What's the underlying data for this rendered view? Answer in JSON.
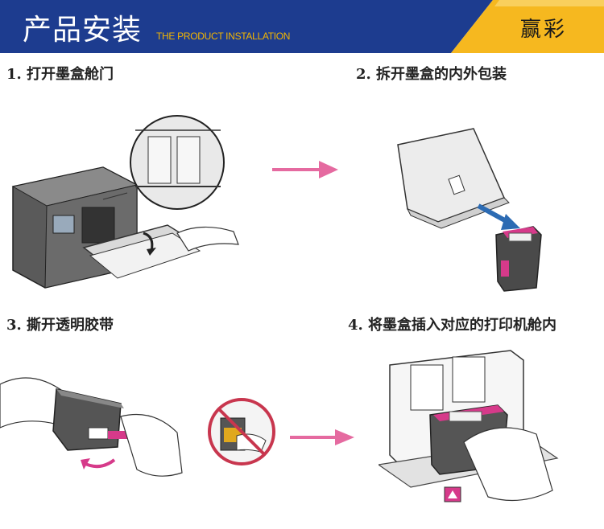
{
  "header": {
    "title_cn": "产品安装",
    "title_en": "THE PRODUCT INSTALLATION",
    "brand": "赢彩",
    "colors": {
      "band": "#1d3c8f",
      "accent": "#f3b600",
      "brand_bg": "#f7c64a"
    }
  },
  "steps": [
    {
      "label": "1. 打开墨盒舱门"
    },
    {
      "label": "2. 拆开墨盒的内外包装"
    },
    {
      "label": "3. 撕开透明胶带"
    },
    {
      "label": "4. 将墨盒插入对应的打印机舱内"
    }
  ],
  "illustrations": {
    "arrow_color": "#e56aa0",
    "magenta": "#d63a8a"
  }
}
